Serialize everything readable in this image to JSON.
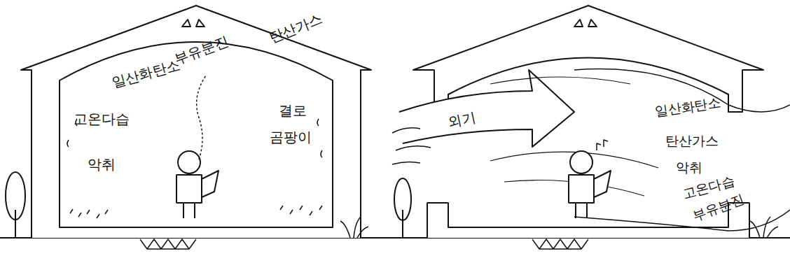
{
  "diagram": {
    "labels": [
      "탄산가스",
      "부유분진",
      "일산화탄소",
      "고온다습",
      "결로",
      "곰팡이",
      "악취",
      "외기",
      "일산화탄소",
      "탄산가스",
      "악취",
      "고온다습",
      "부유분진"
    ]
  }
}
